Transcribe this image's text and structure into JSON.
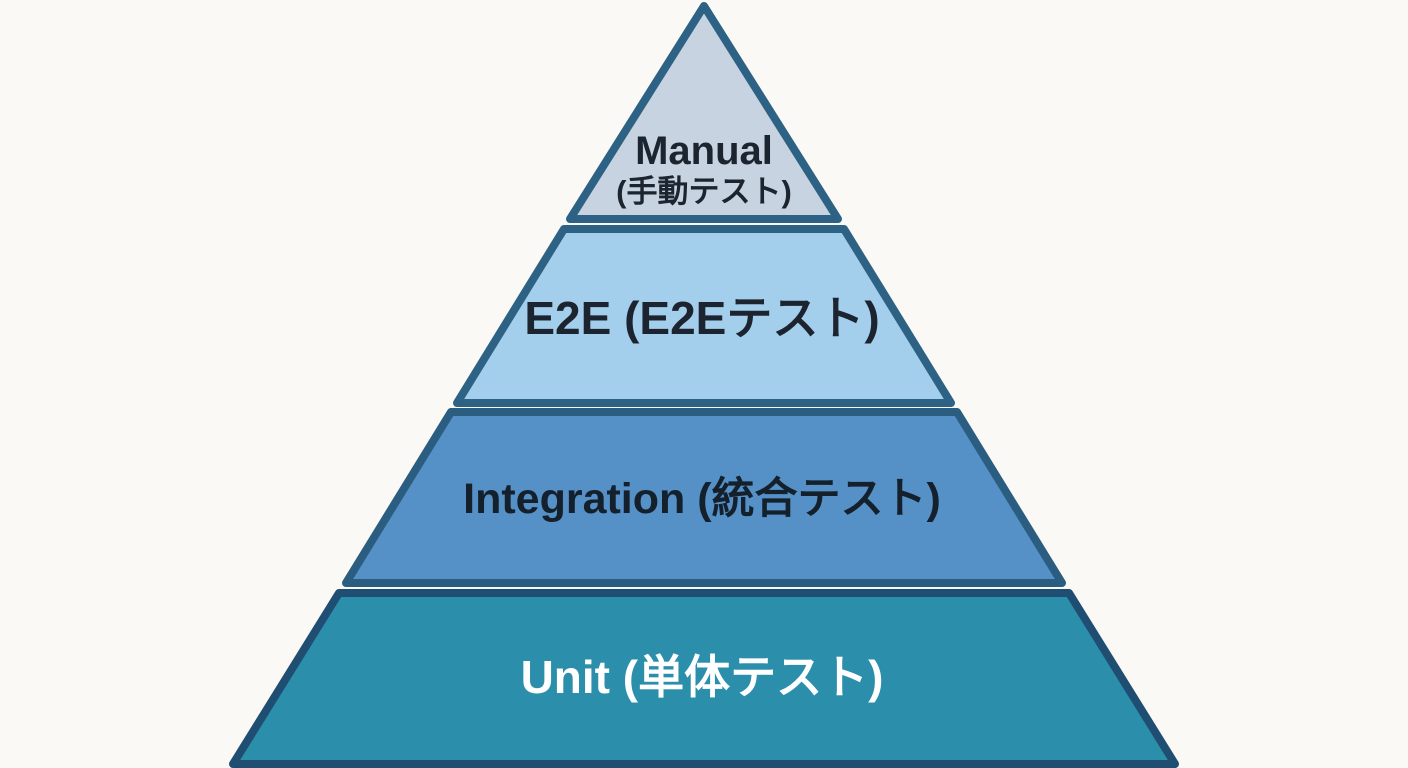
{
  "diagram": {
    "name": "test-pyramid",
    "background_color": "#faf9f6",
    "layers": [
      {
        "id": "manual",
        "label": "Manual",
        "sublabel": "(手動テスト)",
        "fill": "#c7d3e1",
        "border": "#2d6285",
        "text_color": "#1c2430"
      },
      {
        "id": "e2e",
        "label": "E2E (E2Eテスト)",
        "fill": "#a4cfec",
        "border": "#2d6285",
        "text_color": "#1c2430"
      },
      {
        "id": "integration",
        "label": "Integration (統合テスト)",
        "fill": "#5591c7",
        "border": "#2b5d80",
        "text_color": "#14202c"
      },
      {
        "id": "unit",
        "label": "Unit (単体テスト)",
        "fill": "#2b8fac",
        "border": "#1f4e72",
        "text_color": "#ffffff"
      }
    ]
  }
}
